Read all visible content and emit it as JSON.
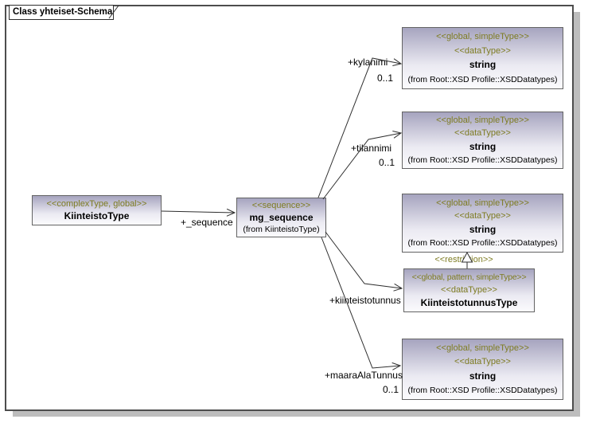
{
  "frame": {
    "title": "Class yhteiset-Schema"
  },
  "colors": {
    "stereotype_text": "#7e7c22",
    "node_gradient_top": "#a6a4bf",
    "node_gradient_bottom": "#fbfbfd",
    "node_border": "#636363",
    "connector": "#2e2e2e",
    "frame_border": "#4d4d4d",
    "frame_shadow": "#bdbdbd"
  },
  "nodes": {
    "kiinteisto_type": {
      "stereotype": "<<complexType, global>>",
      "name": "KiinteistoType"
    },
    "mg_sequence": {
      "stereotype": "<<sequence>>",
      "name": "mg_sequence",
      "from": "(from KiinteistoType)"
    },
    "string_types": [
      {
        "stereotypes": [
          "<<global, simpleType>>",
          "<<dataType>>"
        ],
        "name": "string",
        "from": "(from Root::XSD Profile::XSDDatatypes)"
      },
      {
        "stereotypes": [
          "<<global, simpleType>>",
          "<<dataType>>"
        ],
        "name": "string",
        "from": "(from Root::XSD Profile::XSDDatatypes)"
      },
      {
        "stereotypes": [
          "<<global, simpleType>>",
          "<<dataType>>"
        ],
        "name": "string",
        "from": "(from Root::XSD Profile::XSDDatatypes)"
      },
      {
        "stereotypes": [
          "<<global, simpleType>>",
          "<<dataType>>"
        ],
        "name": "string",
        "from": "(from Root::XSD Profile::XSDDatatypes)"
      }
    ],
    "kiinteistotunnus_type": {
      "stereotypes": [
        "<<global, pattern, simpleType>>",
        "<<dataType>>"
      ],
      "name": "KiinteistotunnusType"
    }
  },
  "edges": {
    "sequence": {
      "label": "+_sequence"
    },
    "kylanimi": {
      "label": "+kylanimi",
      "multiplicity": "0..1"
    },
    "tilannimi": {
      "label": "+tilannimi",
      "multiplicity": "0..1"
    },
    "kiinteistotunnus": {
      "label": "+kiinteistotunnus"
    },
    "maara_ala_tunnus": {
      "label": "+maaraAlaTunnus",
      "multiplicity": "0..1"
    },
    "restriction": {
      "label": "<<restriction>>"
    }
  }
}
